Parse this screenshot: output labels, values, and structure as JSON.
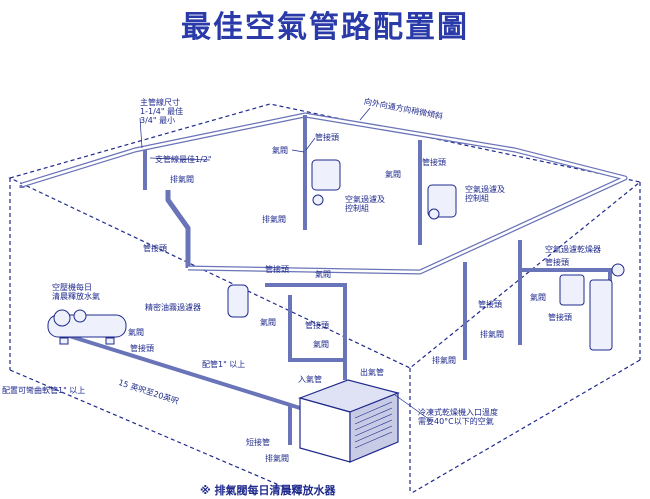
{
  "title": "最佳空氣管路配置圖",
  "footnote": "※ 排氣閥每日清晨釋放水器",
  "labels": {
    "main_pipe": "主管線尺寸\n1-1/4\" 最佳\n3/4\" 最小",
    "branch_pipe": "支管線最佳1/2\"",
    "slope_note": "向外向通方向稍微傾斜",
    "drain_valve_1": "排氣閥",
    "pipe_joint_1": "管接頭",
    "valve_1": "氣閥",
    "drain_valve_2": "排氣閥",
    "pipe_joint_2": "管接頭",
    "filter_control_1": "空氣過濾及\n控制組",
    "valve_2": "氣閥",
    "pipe_joint_3": "管接頭",
    "filter_control_2": "空氣過濾及\n控制組",
    "pipe_joint_4": "管接頭",
    "pipe_joint_5": "管接頭",
    "valve_3": "氣閥",
    "precision_filter": "精密油霧過濾器",
    "compressor_note": "空壓機每日\n清晨釋放水氣",
    "valve_4": "氣閥",
    "valve_5": "氣閥",
    "pipe_joint_6": "管接頭",
    "pipe_joint_7": "管接頭",
    "valve_6": "氣閥",
    "piping_size": "配管1\" 以上",
    "flex_hose": "配置可彎曲軟管1\" 以上",
    "distance": "15 英呎至20英呎",
    "inlet": "入氣管",
    "outlet": "出氣管",
    "dryer_note": "冷凍式乾燥機入口溫度\n需要40°C以下的空氣",
    "short_joint": "短接管",
    "drain_valve_3": "排氣閥",
    "air_dryer": "空氣過濾乾燥器",
    "valve_7": "氣閥",
    "pipe_joint_8": "管接頭",
    "drain_valve_4": "排氣閥",
    "drain_valve_5": "排氣閥",
    "pipe_joint_9": "管接頭"
  },
  "colors": {
    "ink": "#1f2a8c",
    "title": "#2a3aa8",
    "pipe": "#6a74b8",
    "fill": "#eef0fb"
  }
}
